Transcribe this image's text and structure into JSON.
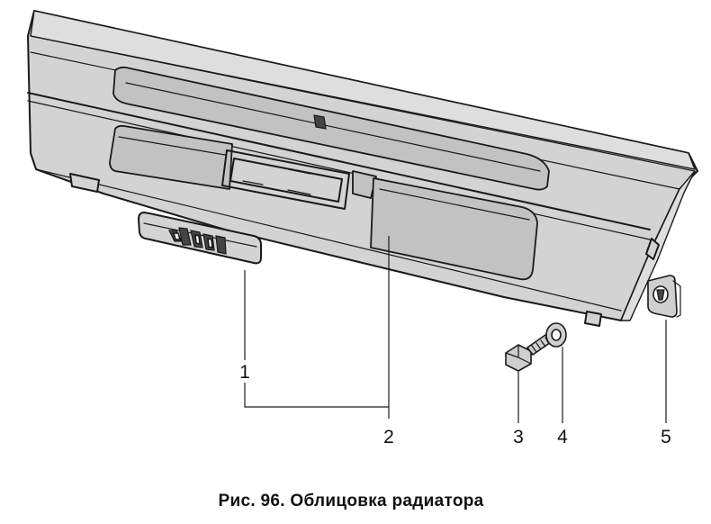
{
  "figure": {
    "caption": "Рис. 96. Облицовка радиатора",
    "callouts": [
      {
        "id": "1",
        "label": "1"
      },
      {
        "id": "2",
        "label": "2"
      },
      {
        "id": "3",
        "label": "3"
      },
      {
        "id": "4",
        "label": "4"
      },
      {
        "id": "5",
        "label": "5"
      }
    ]
  }
}
